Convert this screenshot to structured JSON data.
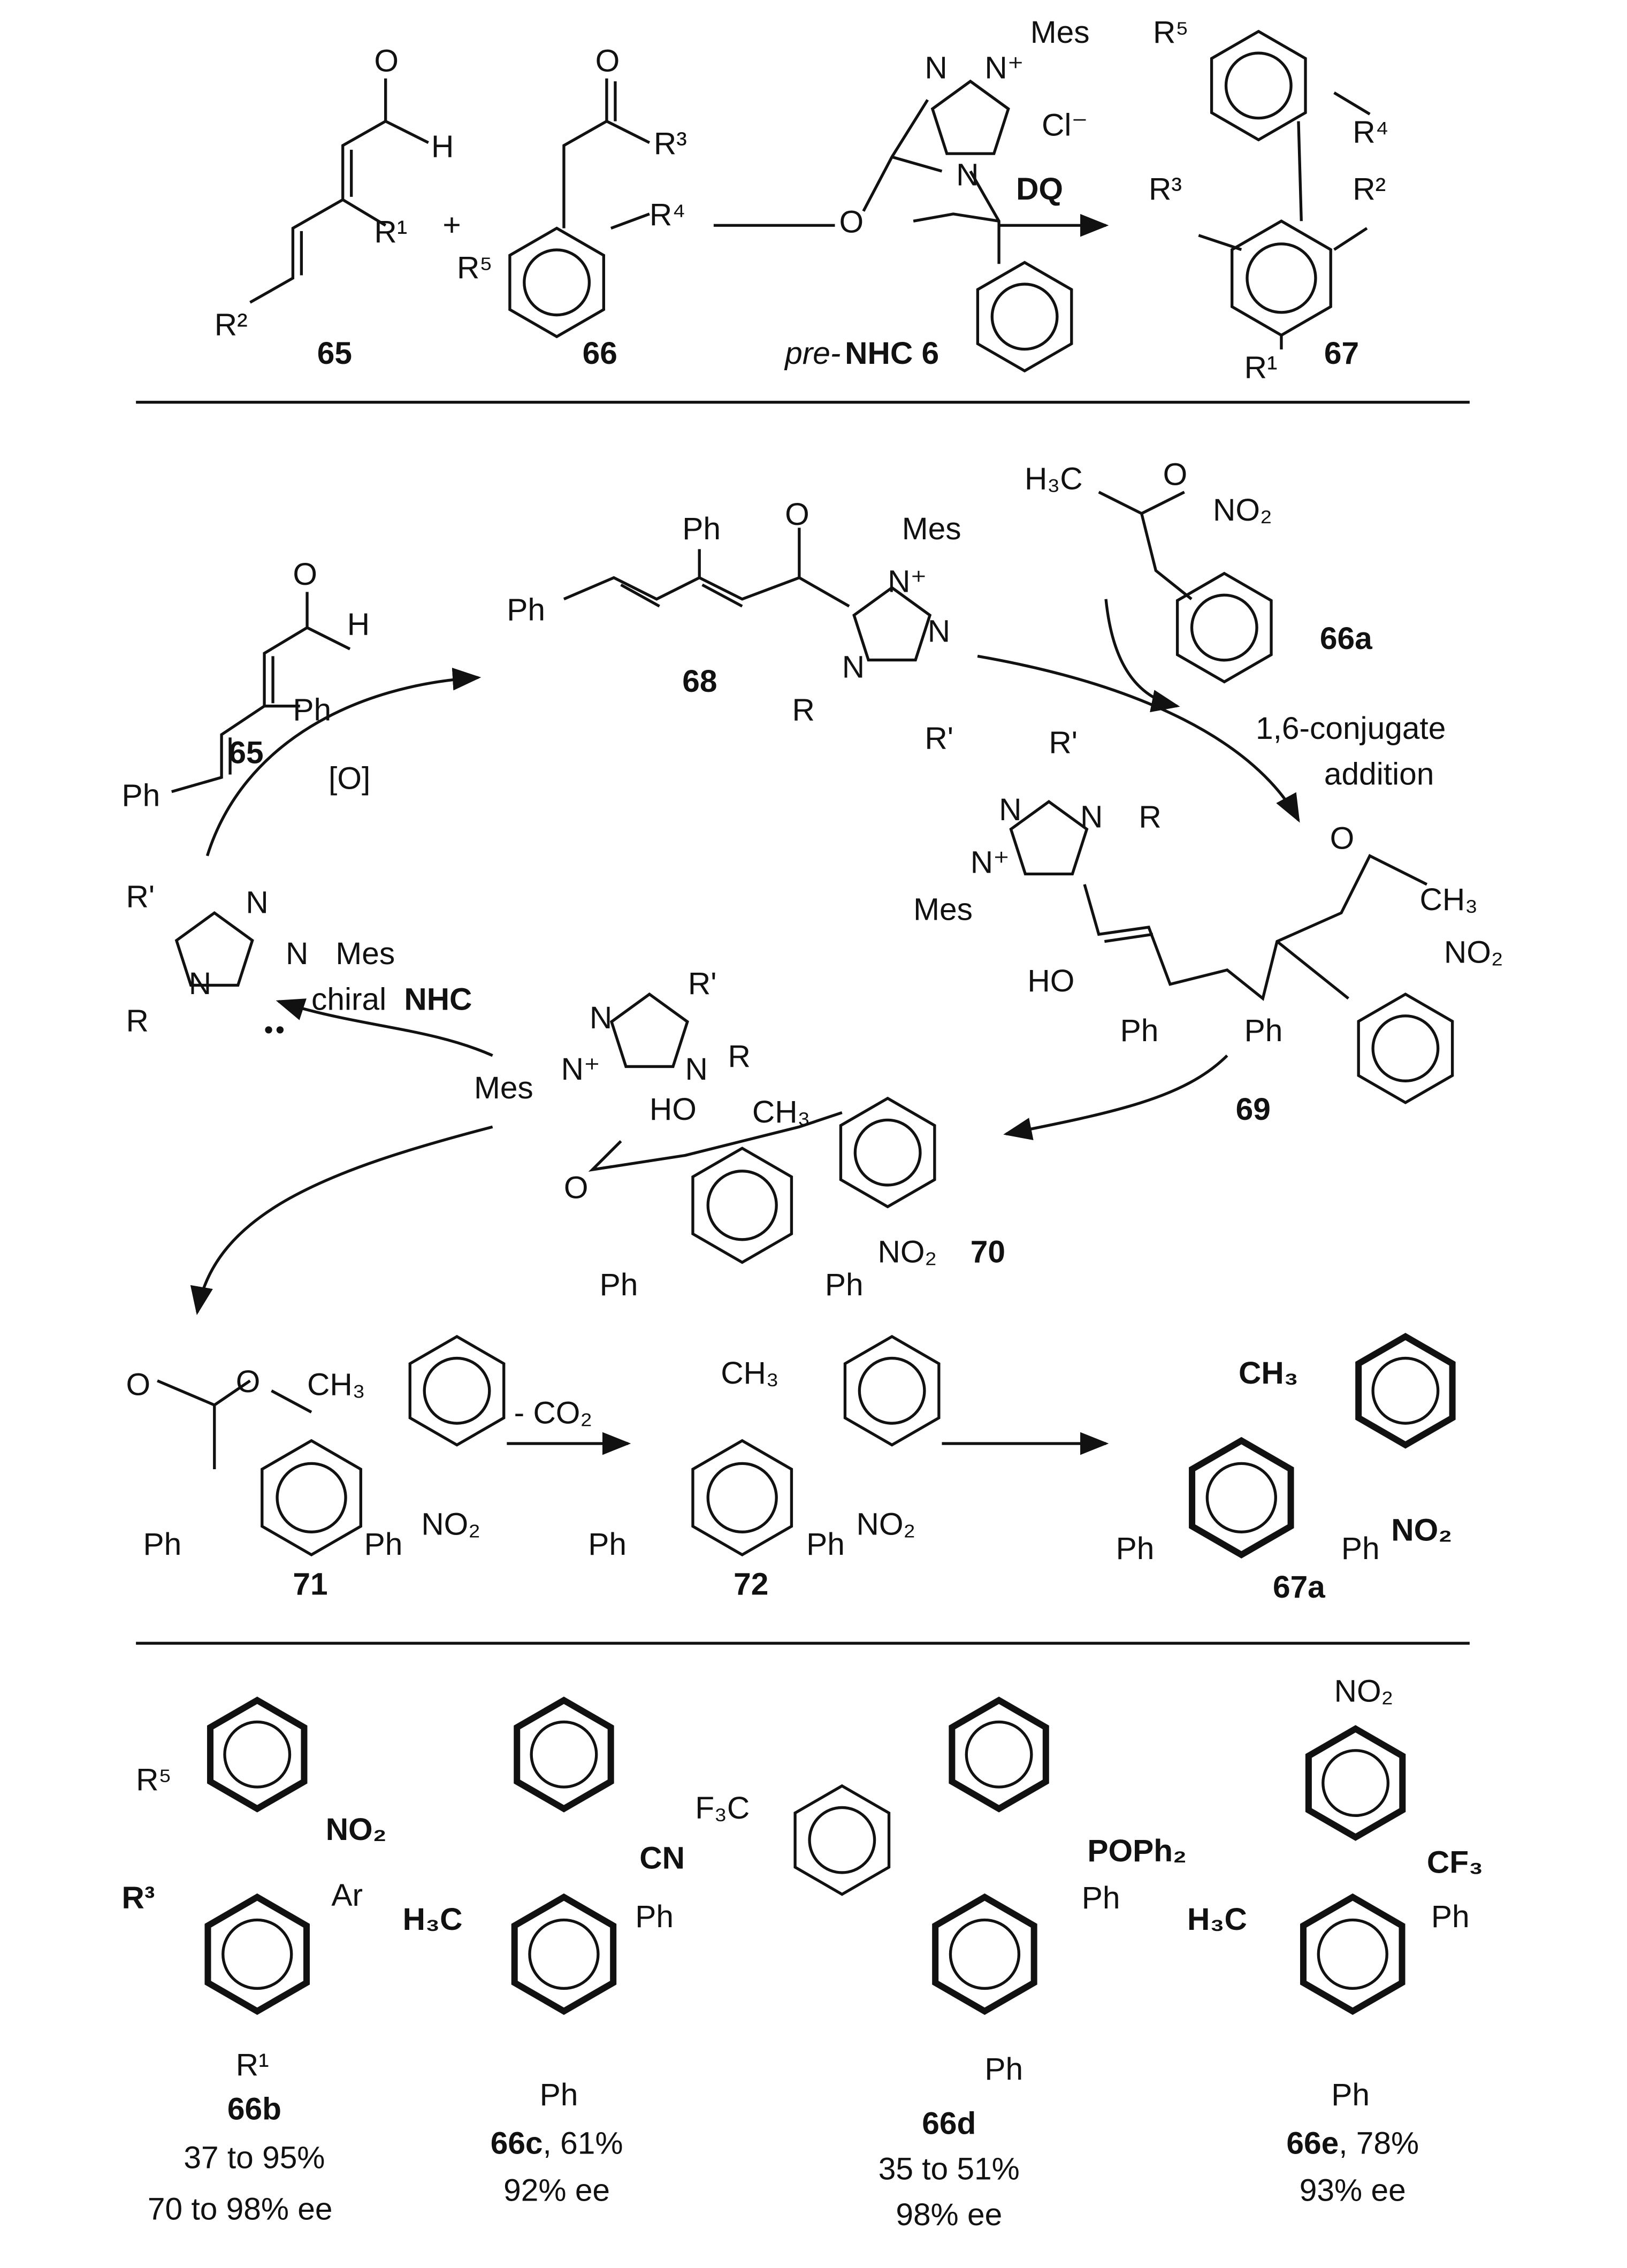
{
  "top": {
    "c65": {
      "O": "O",
      "H": "H",
      "R1": "R¹",
      "R2": "R²",
      "label": "65"
    },
    "plus": "+",
    "c66": {
      "O": "O",
      "R3": "R³",
      "R4": "R⁴",
      "R5": "R⁵",
      "label": "66"
    },
    "nhc6": {
      "N1": "N",
      "N2": "N⁺",
      "Mes": "Mes",
      "Cl": "Cl⁻",
      "N3": "N",
      "O": "O",
      "label_prefix": "pre-",
      "label": "NHC 6"
    },
    "reagent": "DQ",
    "c67": {
      "R5": "R⁵",
      "R4": "R⁴",
      "R3": "R³",
      "R2": "R²",
      "R1": "R¹",
      "label": "67"
    }
  },
  "cycle": {
    "c65": {
      "O": "O",
      "H": "H",
      "Ph1": "Ph",
      "Ph2": "Ph",
      "label": "65"
    },
    "oxidation": "[O]",
    "c68": {
      "Ph1": "Ph",
      "Ph2": "Ph",
      "O": "O",
      "Mes": "Mes",
      "N1": "N⁺",
      "N2": "N",
      "N3": "N",
      "R": "R",
      "Rp": "R'",
      "label": "68"
    },
    "c66a": {
      "H3C": "H₃C",
      "O": "O",
      "NO2": "NO₂",
      "label": "66a"
    },
    "step": [
      "1,6-conjugate",
      "addition"
    ],
    "c69": {
      "Rp": "R'",
      "N1": "N",
      "N2": "N",
      "R": "R",
      "N3": "N⁺",
      "Mes": "Mes",
      "HO": "HO",
      "Ph1": "Ph",
      "Ph2": "Ph",
      "O": "O",
      "CH3": "CH₃",
      "NO2": "NO₂",
      "label": "69"
    },
    "nhc": {
      "Rp": "R'",
      "N1": "N",
      "N2": "N",
      "Mes": "Mes",
      "N3": "N",
      "R": "R",
      "label_prefix": "chiral ",
      "label": "NHC"
    },
    "c70": {
      "Rp": "R'",
      "N1": "N",
      "N2": "N⁺",
      "Mes": "Mes",
      "N3": "N",
      "R": "R",
      "HO": "HO",
      "CH3": "CH₃",
      "O": "O",
      "Ph1": "Ph",
      "Ph2": "Ph",
      "NO2": "NO₂",
      "label": "70"
    }
  },
  "sequence": {
    "c71": {
      "O1": "O",
      "O2": "O",
      "CH3": "CH₃",
      "NO2": "NO₂",
      "Ph1": "Ph",
      "Ph2": "Ph",
      "label": "71"
    },
    "decarboxylation": "- CO₂",
    "c72": {
      "CH3": "CH₃",
      "NO2": "NO₂",
      "Ph1": "Ph",
      "Ph2": "Ph",
      "label": "72"
    },
    "c67a": {
      "CH3": "CH₃",
      "NO2": "NO₂",
      "Ph1": "Ph",
      "Ph2": "Ph",
      "label": "67a"
    }
  },
  "examples": [
    {
      "groups": {
        "R5": "R⁵",
        "NO2": "NO₂",
        "R3": "R³",
        "Ar": "Ar",
        "R1": "R¹"
      },
      "label": "66b",
      "yield": "37 to 95%",
      "ee": "70 to 98% ee"
    },
    {
      "groups": {
        "CN": "CN",
        "H3C": "H₃C",
        "Ph1": "Ph",
        "Ph2": "Ph"
      },
      "label": "66c",
      "yield": ", 61%",
      "ee": "92% ee"
    },
    {
      "groups": {
        "F3C": "F₃C",
        "POPh2": "POPh₂",
        "Ph1": "Ph",
        "Ph2": "Ph"
      },
      "label": "66d",
      "yield": "35 to 51%",
      "ee": "98% ee"
    },
    {
      "groups": {
        "NO2": "NO₂",
        "CF3": "CF₃",
        "H3C": "H₃C",
        "Ph1": "Ph",
        "Ph2": "Ph"
      },
      "label": "66e",
      "yield": ", 78%",
      "ee": "93% ee"
    }
  ]
}
